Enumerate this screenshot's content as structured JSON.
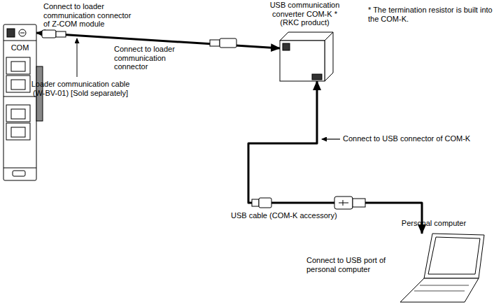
{
  "diagram": {
    "nodes": [
      {
        "text": [
          "COM"
        ]
      },
      {
        "text": [
          "USB communication converter COM-K * (RKC product)"
        ]
      },
      {
        "text": [
          "Personal computer"
        ]
      }
    ],
    "edges": [
      {
        "from": 0,
        "to": 1,
        "arrow": "both"
      },
      {
        "from": 1,
        "to": 2,
        "arrow": "both"
      }
    ],
    "labels": [
      "Connect to loader communication connector of Z-COM module",
      "Connect to loader communication connector",
      "Loader communication cable (W-BV-01) [Sold separately]",
      "* The termination resistor is built into the COM-K.",
      "Connect to USB connector of COM-K",
      "USB cable (COM-K accessory)",
      "Connect to USB port of personal computer"
    ]
  }
}
